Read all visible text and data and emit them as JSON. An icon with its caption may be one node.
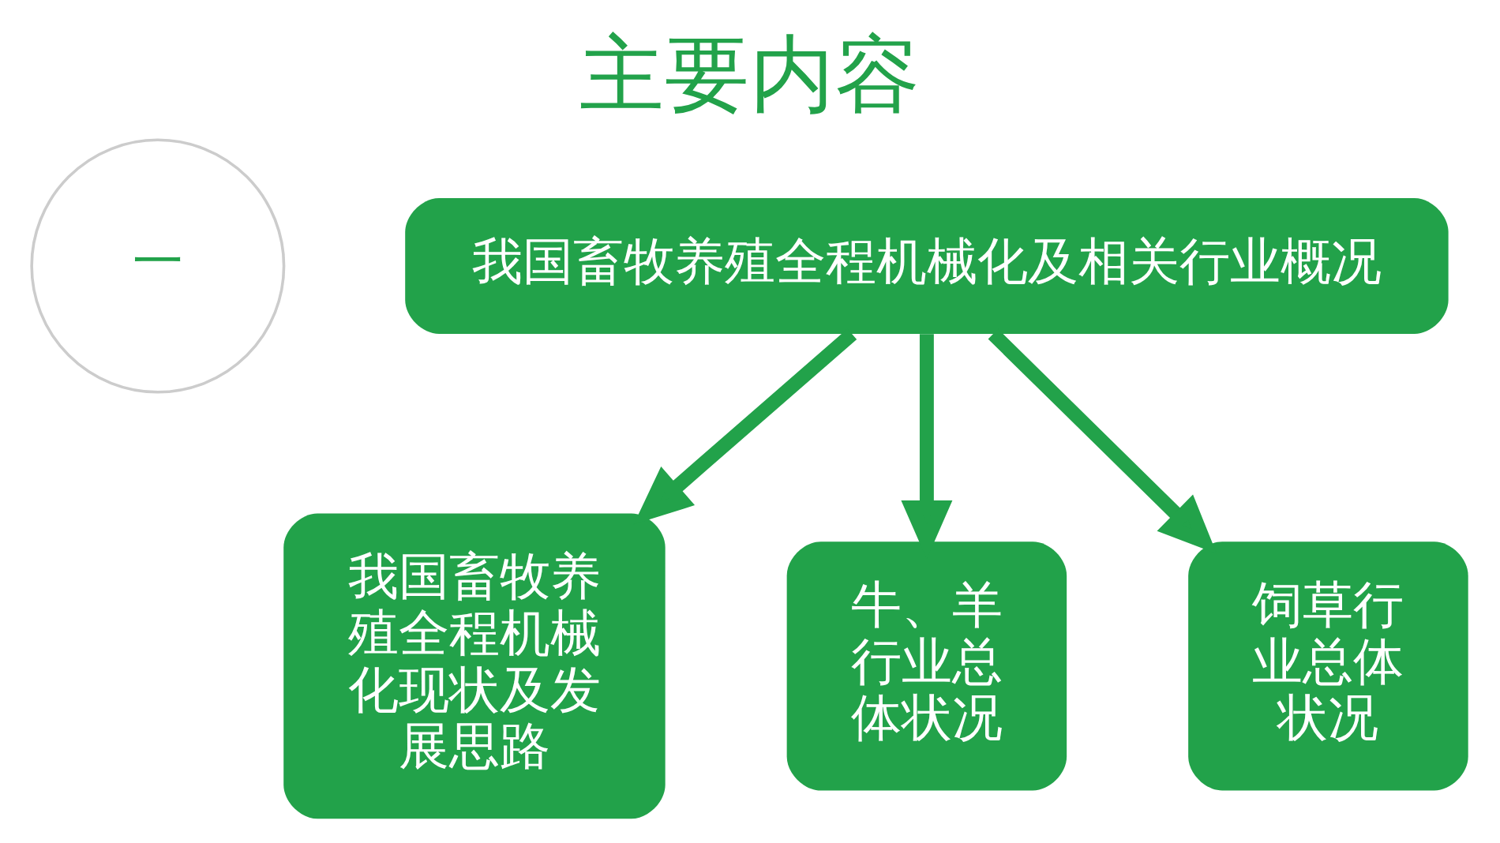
{
  "diagram": {
    "title": "主要内容",
    "nodes": [
      {
        "text": [
          "一"
        ]
      },
      {
        "text": [
          "我国畜牧养殖全程机械化及相关行业概况"
        ]
      },
      {
        "text": [
          "我国畜牧养殖全程机械化现状及发展思路"
        ]
      },
      {
        "text": [
          "牛、羊行业总体状况"
        ]
      },
      {
        "text": [
          "饲草行业总体状况"
        ]
      }
    ],
    "edges": [
      {
        "from": 1,
        "to": 2,
        "arrow": "to"
      },
      {
        "from": 1,
        "to": 3,
        "arrow": "to"
      },
      {
        "from": 1,
        "to": 4,
        "arrow": "to"
      }
    ]
  }
}
